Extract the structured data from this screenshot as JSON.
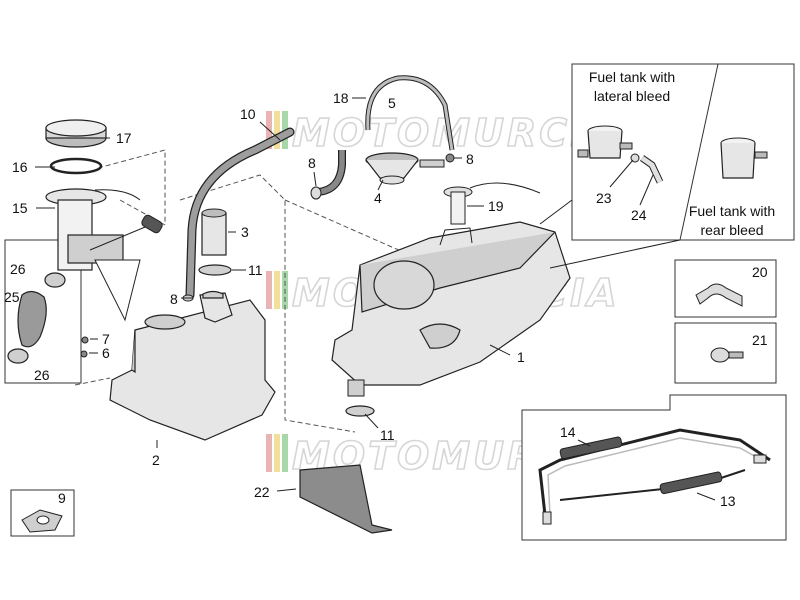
{
  "watermark": "MOTOMURCIA",
  "stripe_colors": [
    "#e8b4b4",
    "#f2df9a",
    "#a8d8a8"
  ],
  "callouts": {
    "c1": "1",
    "c2": "2",
    "c3": "3",
    "c4": "4",
    "c5": "5",
    "c6": "6",
    "c7": "7",
    "c8a": "8",
    "c8b": "8",
    "c8c": "8",
    "c9": "9",
    "c10": "10",
    "c11a": "11",
    "c11b": "11",
    "c13": "13",
    "c14": "14",
    "c15": "15",
    "c16": "16",
    "c17": "17",
    "c18": "18",
    "c19": "19",
    "c20": "20",
    "c21": "21",
    "c22": "22",
    "c23": "23",
    "c24": "24",
    "c25": "25",
    "c26a": "26",
    "c26b": "26"
  },
  "captions": {
    "lateral_line1": "Fuel tank with",
    "lateral_line2": "lateral bleed",
    "rear_line1": "Fuel tank with",
    "rear_line2": "rear bleed"
  }
}
